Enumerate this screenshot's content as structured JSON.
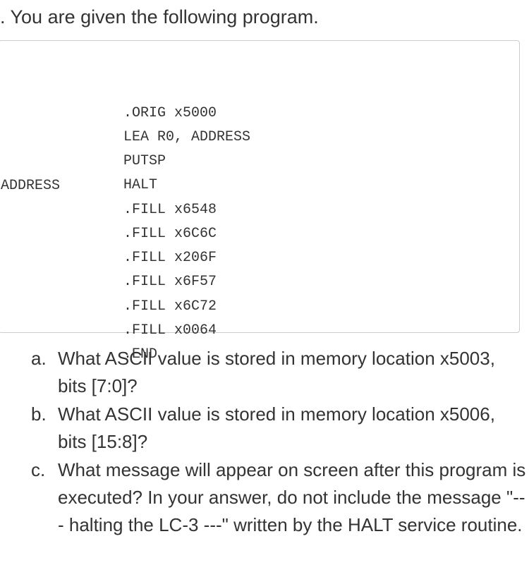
{
  "intro": ". You are given the following program.",
  "code": [
    {
      "label": "",
      "instr": ".ORIG x5000"
    },
    {
      "label": "",
      "instr": "LEA R0, ADDRESS"
    },
    {
      "label": "",
      "instr": "PUTSP"
    },
    {
      "label": "",
      "instr": "HALT"
    },
    {
      "label": "ADDRESS",
      "instr": ".FILL x6548"
    },
    {
      "label": "",
      "instr": ".FILL x6C6C"
    },
    {
      "label": "",
      "instr": ".FILL x206F"
    },
    {
      "label": "",
      "instr": ".FILL x6F57"
    },
    {
      "label": "",
      "instr": ".FILL x6C72"
    },
    {
      "label": "",
      "instr": ".FILL x0064"
    },
    {
      "label": "",
      "instr": ".END"
    }
  ],
  "questions": [
    {
      "letter": "a.",
      "text": "What ASCII value is stored in memory location x5003, bits [7:0]?"
    },
    {
      "letter": "b.",
      "text": "What ASCII value is stored in memory location x5006, bits [15:8]?"
    },
    {
      "letter": "c.",
      "text": "What message will appear on screen after this program is executed? In your answer, do not include the message \"--- halting the LC-3 ---\" written by the HALT service routine."
    }
  ]
}
